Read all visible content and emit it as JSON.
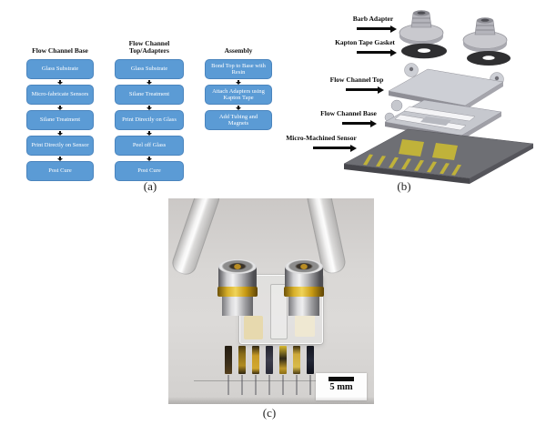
{
  "figure": {
    "panel_a": {
      "label": "(a)",
      "flowcharts": [
        {
          "title": "Flow Channel Base",
          "steps": [
            "Glass Substrate",
            "Micro-fabricate Sensors",
            "Silane Treatment",
            "Print Directly on Sensor",
            "Post Cure"
          ]
        },
        {
          "title": "Flow Channel Top/Adapters",
          "steps": [
            "Glass Substrate",
            "Silane Treatment",
            "Print Directly on Glass",
            "Peel off Glass",
            "Post Cure"
          ]
        },
        {
          "title": "Assembly",
          "steps": [
            "Bond Top to Base with Resin",
            "Attach Adapters using Kapton Tape",
            "Add Tubing and Magnets"
          ]
        }
      ]
    },
    "panel_b": {
      "label": "(b)",
      "callouts": [
        "Barb Adapter",
        "Kapton Tape Gasket",
        "Flow Channel Top",
        "Flow Channel Base",
        "Micro-Machined Sensor"
      ]
    },
    "panel_c": {
      "label": "(c)",
      "scale_bar": "5 mm"
    },
    "colors": {
      "flow_box_fill": "#5b9bd5",
      "flow_box_border": "#4a84bd",
      "gasket_black": "#2f2f31",
      "sensor_plate_gray": "#6e6f74",
      "sensor_pad_gold": "#c0b23a"
    }
  }
}
